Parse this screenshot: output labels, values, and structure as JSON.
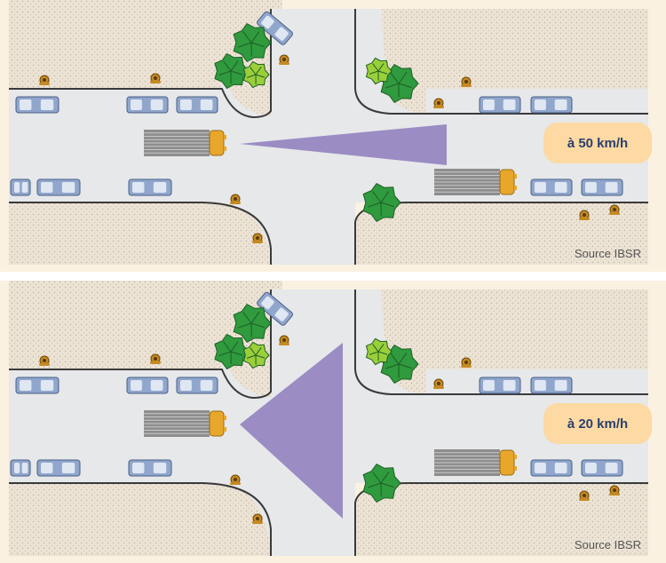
{
  "colors": {
    "background": "#fbf1e1",
    "sidewalk": "#ece3d5",
    "road": "#e6e8ea",
    "curb": "#3a3a3a",
    "car_body": "#90a6cc",
    "car_window": "#dfe7f3",
    "truck_body": "#8d8d8d",
    "truck_cab": "#e8a72b",
    "visibility_cone": "#9b8cc3",
    "badge_fill": "#fdd9a3",
    "badge_text": "#2b3f6e",
    "caption_text": "#555555",
    "tree_dark": "#2f9a3e",
    "tree_light": "#9bcf3a",
    "pedestrian": "#c68a23"
  },
  "icons": [
    "car-icon",
    "truck-icon",
    "tree-icon",
    "pedestrian-icon"
  ],
  "panels": [
    {
      "speed_label": "à 50 km/h",
      "source": "Source IBSR"
    },
    {
      "speed_label": "à 20 km/h",
      "source": "Source IBSR"
    }
  ]
}
